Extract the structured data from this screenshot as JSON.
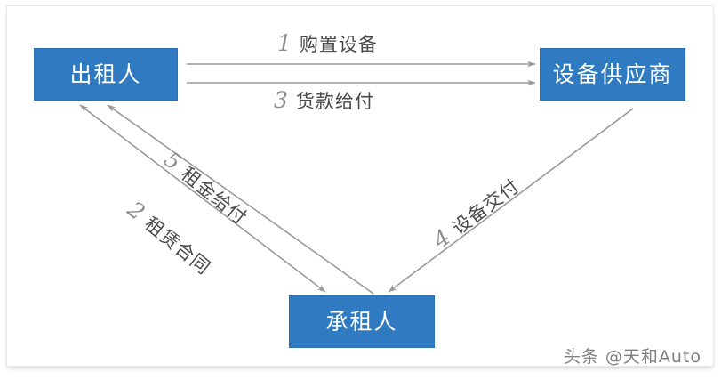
{
  "diagram": {
    "title_visible": false,
    "background_color": "#ffffff",
    "node_fill_color": "#2f7ac0",
    "node_text_color": "#ffffff",
    "arrow_color": "#9a9a9a",
    "label_number_color": "#8d8d8d",
    "label_text_color": "#4a4a4a",
    "nodes": [
      {
        "id": "lessor",
        "label": "出租人"
      },
      {
        "id": "supplier",
        "label": "设备供应商"
      },
      {
        "id": "lessee",
        "label": "承租人"
      }
    ],
    "flows": [
      {
        "num": "1",
        "text": "购置设备",
        "from": "lessor",
        "to": "supplier",
        "direction": "one-way"
      },
      {
        "num": "2",
        "text": "租赁合同",
        "from": "lessor",
        "to": "lessee",
        "direction": "two-way"
      },
      {
        "num": "3",
        "text": "货款给付",
        "from": "lessor",
        "to": "supplier",
        "direction": "one-way"
      },
      {
        "num": "4",
        "text": "设备交付",
        "from": "supplier",
        "to": "lessee",
        "direction": "one-way"
      },
      {
        "num": "5",
        "text": "租金给付",
        "from": "lessee",
        "to": "lessor",
        "direction": "one-way"
      }
    ]
  },
  "watermark": {
    "text": "头条 @天和Auto"
  }
}
